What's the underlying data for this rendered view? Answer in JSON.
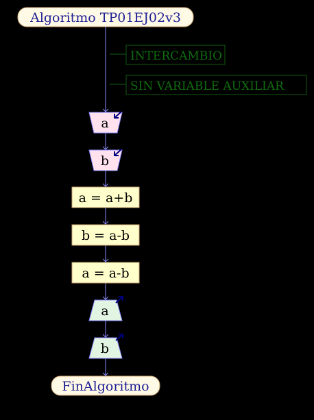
{
  "diagram": {
    "start": {
      "text": "Algoritmo TP01EJ02v3"
    },
    "comments": [
      {
        "text": "INTERCAMBIO"
      },
      {
        "text": "SIN VARIABLE AUXILIAR"
      }
    ],
    "reads": [
      {
        "text": "a"
      },
      {
        "text": "b"
      }
    ],
    "assignments": [
      {
        "text": "a = a+b"
      },
      {
        "text": "b = a-b"
      },
      {
        "text": "a = a-b"
      }
    ],
    "writes": [
      {
        "text": "a"
      },
      {
        "text": "b"
      }
    ],
    "end": {
      "text": "FinAlgoritmo"
    },
    "colors": {
      "background": "#000000",
      "connector": "#8a8aff",
      "terminal_fill": "#fffae6",
      "terminal_stroke": "#c8a06e",
      "terminal_text": "#1e1e96",
      "comment_border": "#0f5a0f",
      "comment_text": "#0f6e0f",
      "read_fill": "#ffe2ee",
      "write_fill": "#e2f5e2",
      "assign_fill": "#ffffcc",
      "io_text": "#000000",
      "arrow_icon": "#000080"
    }
  }
}
